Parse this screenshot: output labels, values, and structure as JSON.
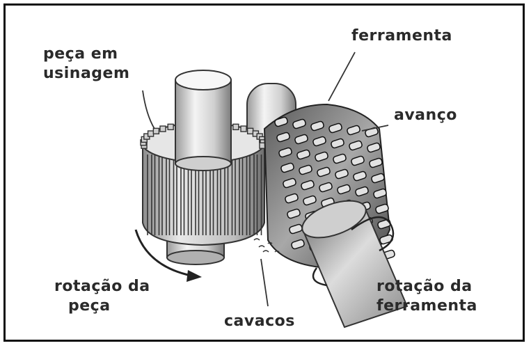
{
  "labels": {
    "workpiece": "peça em usinagem",
    "tool": "ferramenta",
    "feed": "avanço",
    "workpiece_rotation": "rotação da peça",
    "chips": "cavacos",
    "tool_rotation": "rotação da ferramenta"
  },
  "colors": {
    "border": "#111111",
    "text": "#2a2a2a",
    "line": "#333333"
  }
}
